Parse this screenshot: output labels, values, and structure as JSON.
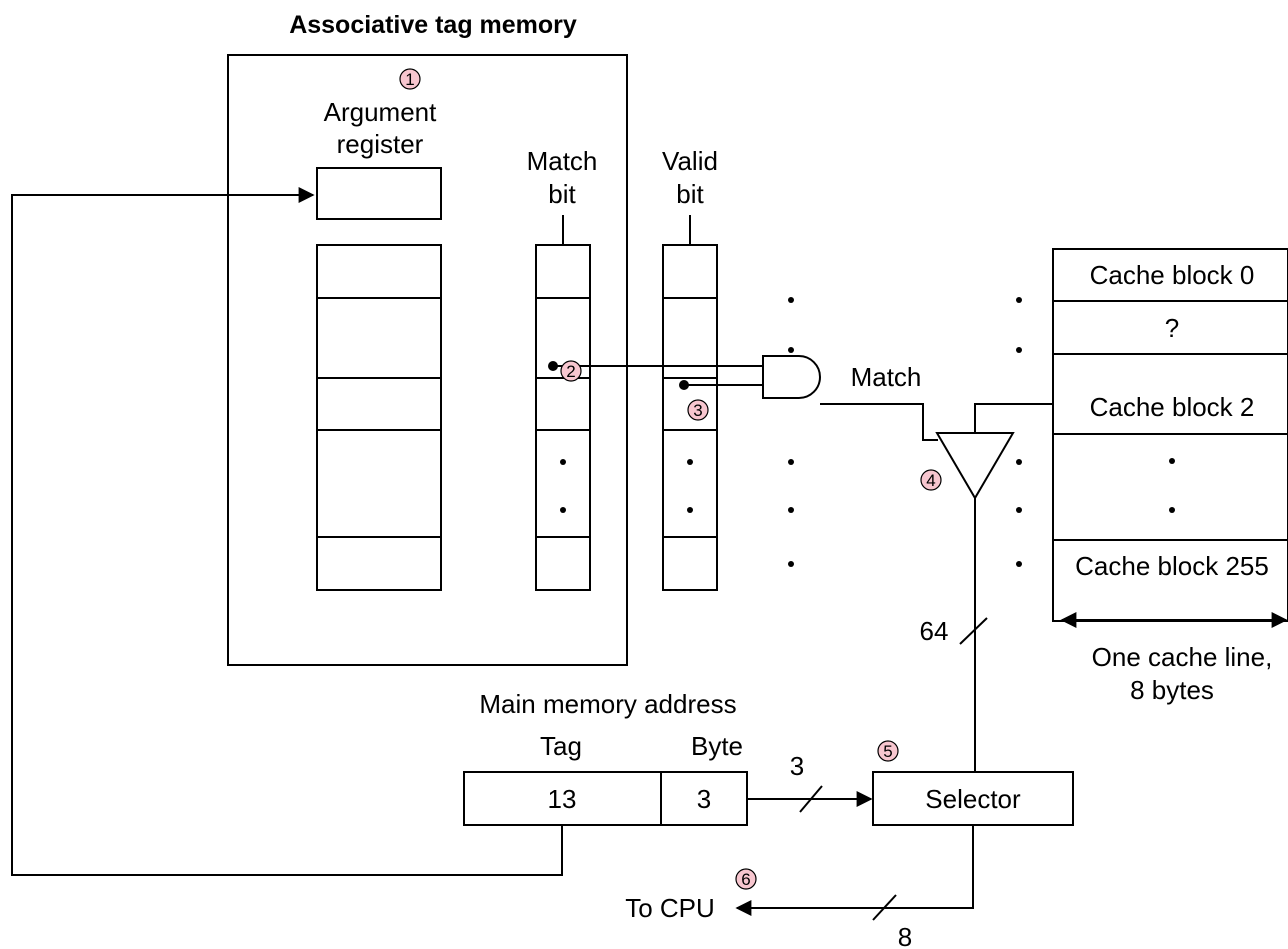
{
  "title": "Associative tag memory",
  "labels": {
    "argument_line1": "Argument",
    "argument_line2": "register",
    "match_bit_line1": "Match",
    "match_bit_line2": "bit",
    "valid_bit_line1": "Valid",
    "valid_bit_line2": "bit",
    "match_signal": "Match",
    "bus_64": "64",
    "bus_3": "3",
    "bus_8": "8",
    "address_title": "Main memory address",
    "tag_header": "Tag",
    "byte_header": "Byte",
    "tag_bits": "13",
    "byte_bits": "3",
    "selector": "Selector",
    "to_cpu": "To CPU",
    "cache_line_line1": "One cache line,",
    "cache_line_line2": "8 bytes"
  },
  "cache_blocks": {
    "block0": "Cache block 0",
    "block1": "?",
    "block2": "Cache block 2",
    "block255": "Cache block 255"
  },
  "steps": [
    "1",
    "2",
    "3",
    "4",
    "5",
    "6"
  ],
  "colors": {
    "step_badge": "#f7c6cf",
    "line": "#000000"
  }
}
